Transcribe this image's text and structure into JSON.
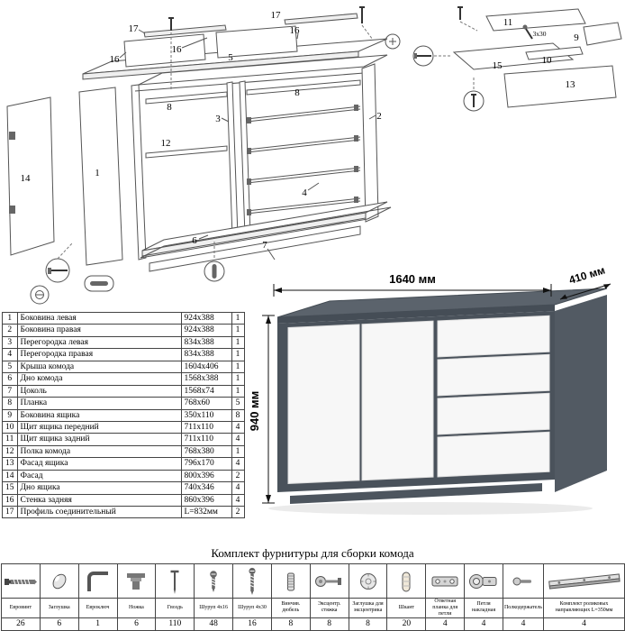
{
  "diagram": {
    "callouts": [
      {
        "label": "17"
      },
      {
        "label": "16"
      },
      {
        "label": "16"
      },
      {
        "label": "5"
      },
      {
        "label": "16"
      },
      {
        "label": "17"
      },
      {
        "label": "8"
      },
      {
        "label": "3"
      },
      {
        "label": "12"
      },
      {
        "label": "14"
      },
      {
        "label": "1"
      },
      {
        "label": "8"
      },
      {
        "label": "2"
      },
      {
        "label": "4"
      },
      {
        "label": "6"
      },
      {
        "label": "7"
      },
      {
        "label": "11"
      },
      {
        "label": "9"
      },
      {
        "label": "3x30"
      },
      {
        "label": "10"
      },
      {
        "label": "15"
      },
      {
        "label": "13"
      }
    ]
  },
  "render": {
    "width": "1640 мм",
    "depth": "410 мм",
    "height": "940 мм"
  },
  "colors": {
    "carcass": "#5b636c",
    "front": "#f7f7f7",
    "line": "#555555"
  },
  "parts": {
    "rows": [
      {
        "num": "1",
        "name": "Боковина левая",
        "size": "924x388",
        "qty": "1"
      },
      {
        "num": "2",
        "name": "Боковина правая",
        "size": "924x388",
        "qty": "1"
      },
      {
        "num": "3",
        "name": "Перегородка левая",
        "size": "834x388",
        "qty": "1"
      },
      {
        "num": "4",
        "name": "Перегородка правая",
        "size": "834x388",
        "qty": "1"
      },
      {
        "num": "5",
        "name": "Крыша комода",
        "size": "1604x406",
        "qty": "1"
      },
      {
        "num": "6",
        "name": "Дно комода",
        "size": "1568x388",
        "qty": "1"
      },
      {
        "num": "7",
        "name": "Цоколь",
        "size": "1568x74",
        "qty": "1"
      },
      {
        "num": "8",
        "name": "Планка",
        "size": "768x60",
        "qty": "5"
      },
      {
        "num": "9",
        "name": "Боковина ящика",
        "size": "350x110",
        "qty": "8"
      },
      {
        "num": "10",
        "name": "Щит ящика передний",
        "size": "711x110",
        "qty": "4"
      },
      {
        "num": "11",
        "name": "Щит ящика задний",
        "size": "711x110",
        "qty": "4"
      },
      {
        "num": "12",
        "name": "Полка комода",
        "size": "768x380",
        "qty": "1"
      },
      {
        "num": "13",
        "name": "Фасад ящика",
        "size": "796x170",
        "qty": "4"
      },
      {
        "num": "14",
        "name": "Фасад",
        "size": "800x396",
        "qty": "2"
      },
      {
        "num": "15",
        "name": "Дно ящика",
        "size": "740x346",
        "qty": "4"
      },
      {
        "num": "16",
        "name": "Стенка задняя",
        "size": "860x396",
        "qty": "4"
      },
      {
        "num": "17",
        "name": "Профиль соединительный",
        "size": "L=832мм",
        "qty": "2"
      }
    ]
  },
  "hardware": {
    "title": "Комплект фурнитуры для сборки комода",
    "items": [
      {
        "name": "Евровинт",
        "qty": "26"
      },
      {
        "name": "Заглушка",
        "qty": "6"
      },
      {
        "name": "Евроключ",
        "qty": "1"
      },
      {
        "name": "Ножка",
        "qty": "6"
      },
      {
        "name": "Гвоздь",
        "qty": "110"
      },
      {
        "name": "Шуруп 4x16",
        "qty": "48"
      },
      {
        "name": "Шуруп 4x30",
        "qty": "16"
      },
      {
        "name": "Винчив. дюбель",
        "qty": "8"
      },
      {
        "name": "Эксцентр. стяжка",
        "qty": "8"
      },
      {
        "name": "Заглушка для эксцентрика",
        "qty": "8"
      },
      {
        "name": "Шкант",
        "qty": "20"
      },
      {
        "name": "Ответная планка для петли",
        "qty": "4"
      },
      {
        "name": "Петля накладная",
        "qty": "4"
      },
      {
        "name": "Полкодержатель",
        "qty": "4"
      },
      {
        "name": "Комплект роликовых направляющих L=350мм",
        "qty": "4"
      }
    ]
  }
}
